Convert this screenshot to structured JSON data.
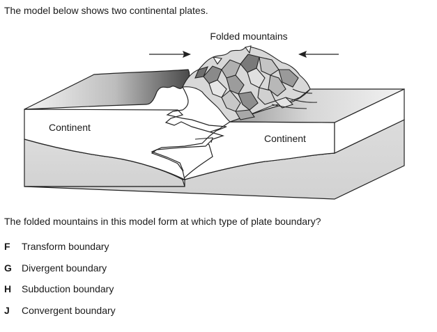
{
  "intro_text": "The model below shows two continental plates.",
  "diagram": {
    "top_label": "Folded mountains",
    "left_plate_label": "Continent",
    "right_plate_label": "Continent"
  },
  "question_text": "The folded mountains in this model form at which type of plate boundary?",
  "choices": [
    {
      "letter": "F",
      "text": "Transform boundary"
    },
    {
      "letter": "G",
      "text": "Divergent boundary"
    },
    {
      "letter": "H",
      "text": "Subduction boundary"
    },
    {
      "letter": "J",
      "text": "Convergent boundary"
    }
  ]
}
